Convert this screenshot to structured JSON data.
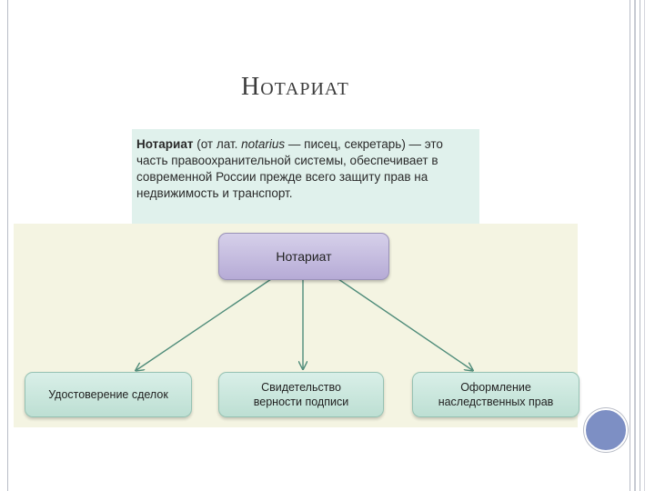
{
  "slide": {
    "title": "Нотариат"
  },
  "definition": {
    "term": "Нотариат",
    "text_before_latin": " (от лат. ",
    "latin": "notarius",
    "text_after_latin": " — писец, секретарь) — это часть правоохранительной системы, обеспечивает в современной России прежде всего защиту прав на недвижимость и транспорт."
  },
  "diagram": {
    "root": "Нотариат",
    "children": [
      "Удостоверение сделок",
      "Свидетельство\nверности подписи",
      "Оформление\nнаследственных прав"
    ]
  },
  "colors": {
    "root_fill": "#b6abd6",
    "child_fill": "#bddfd3",
    "definition_bg": "#e0f1ec",
    "diagram_bg": "#f4f4e2",
    "arrow": "#4f8c7a",
    "nav_circle": "#7d8fc4"
  }
}
